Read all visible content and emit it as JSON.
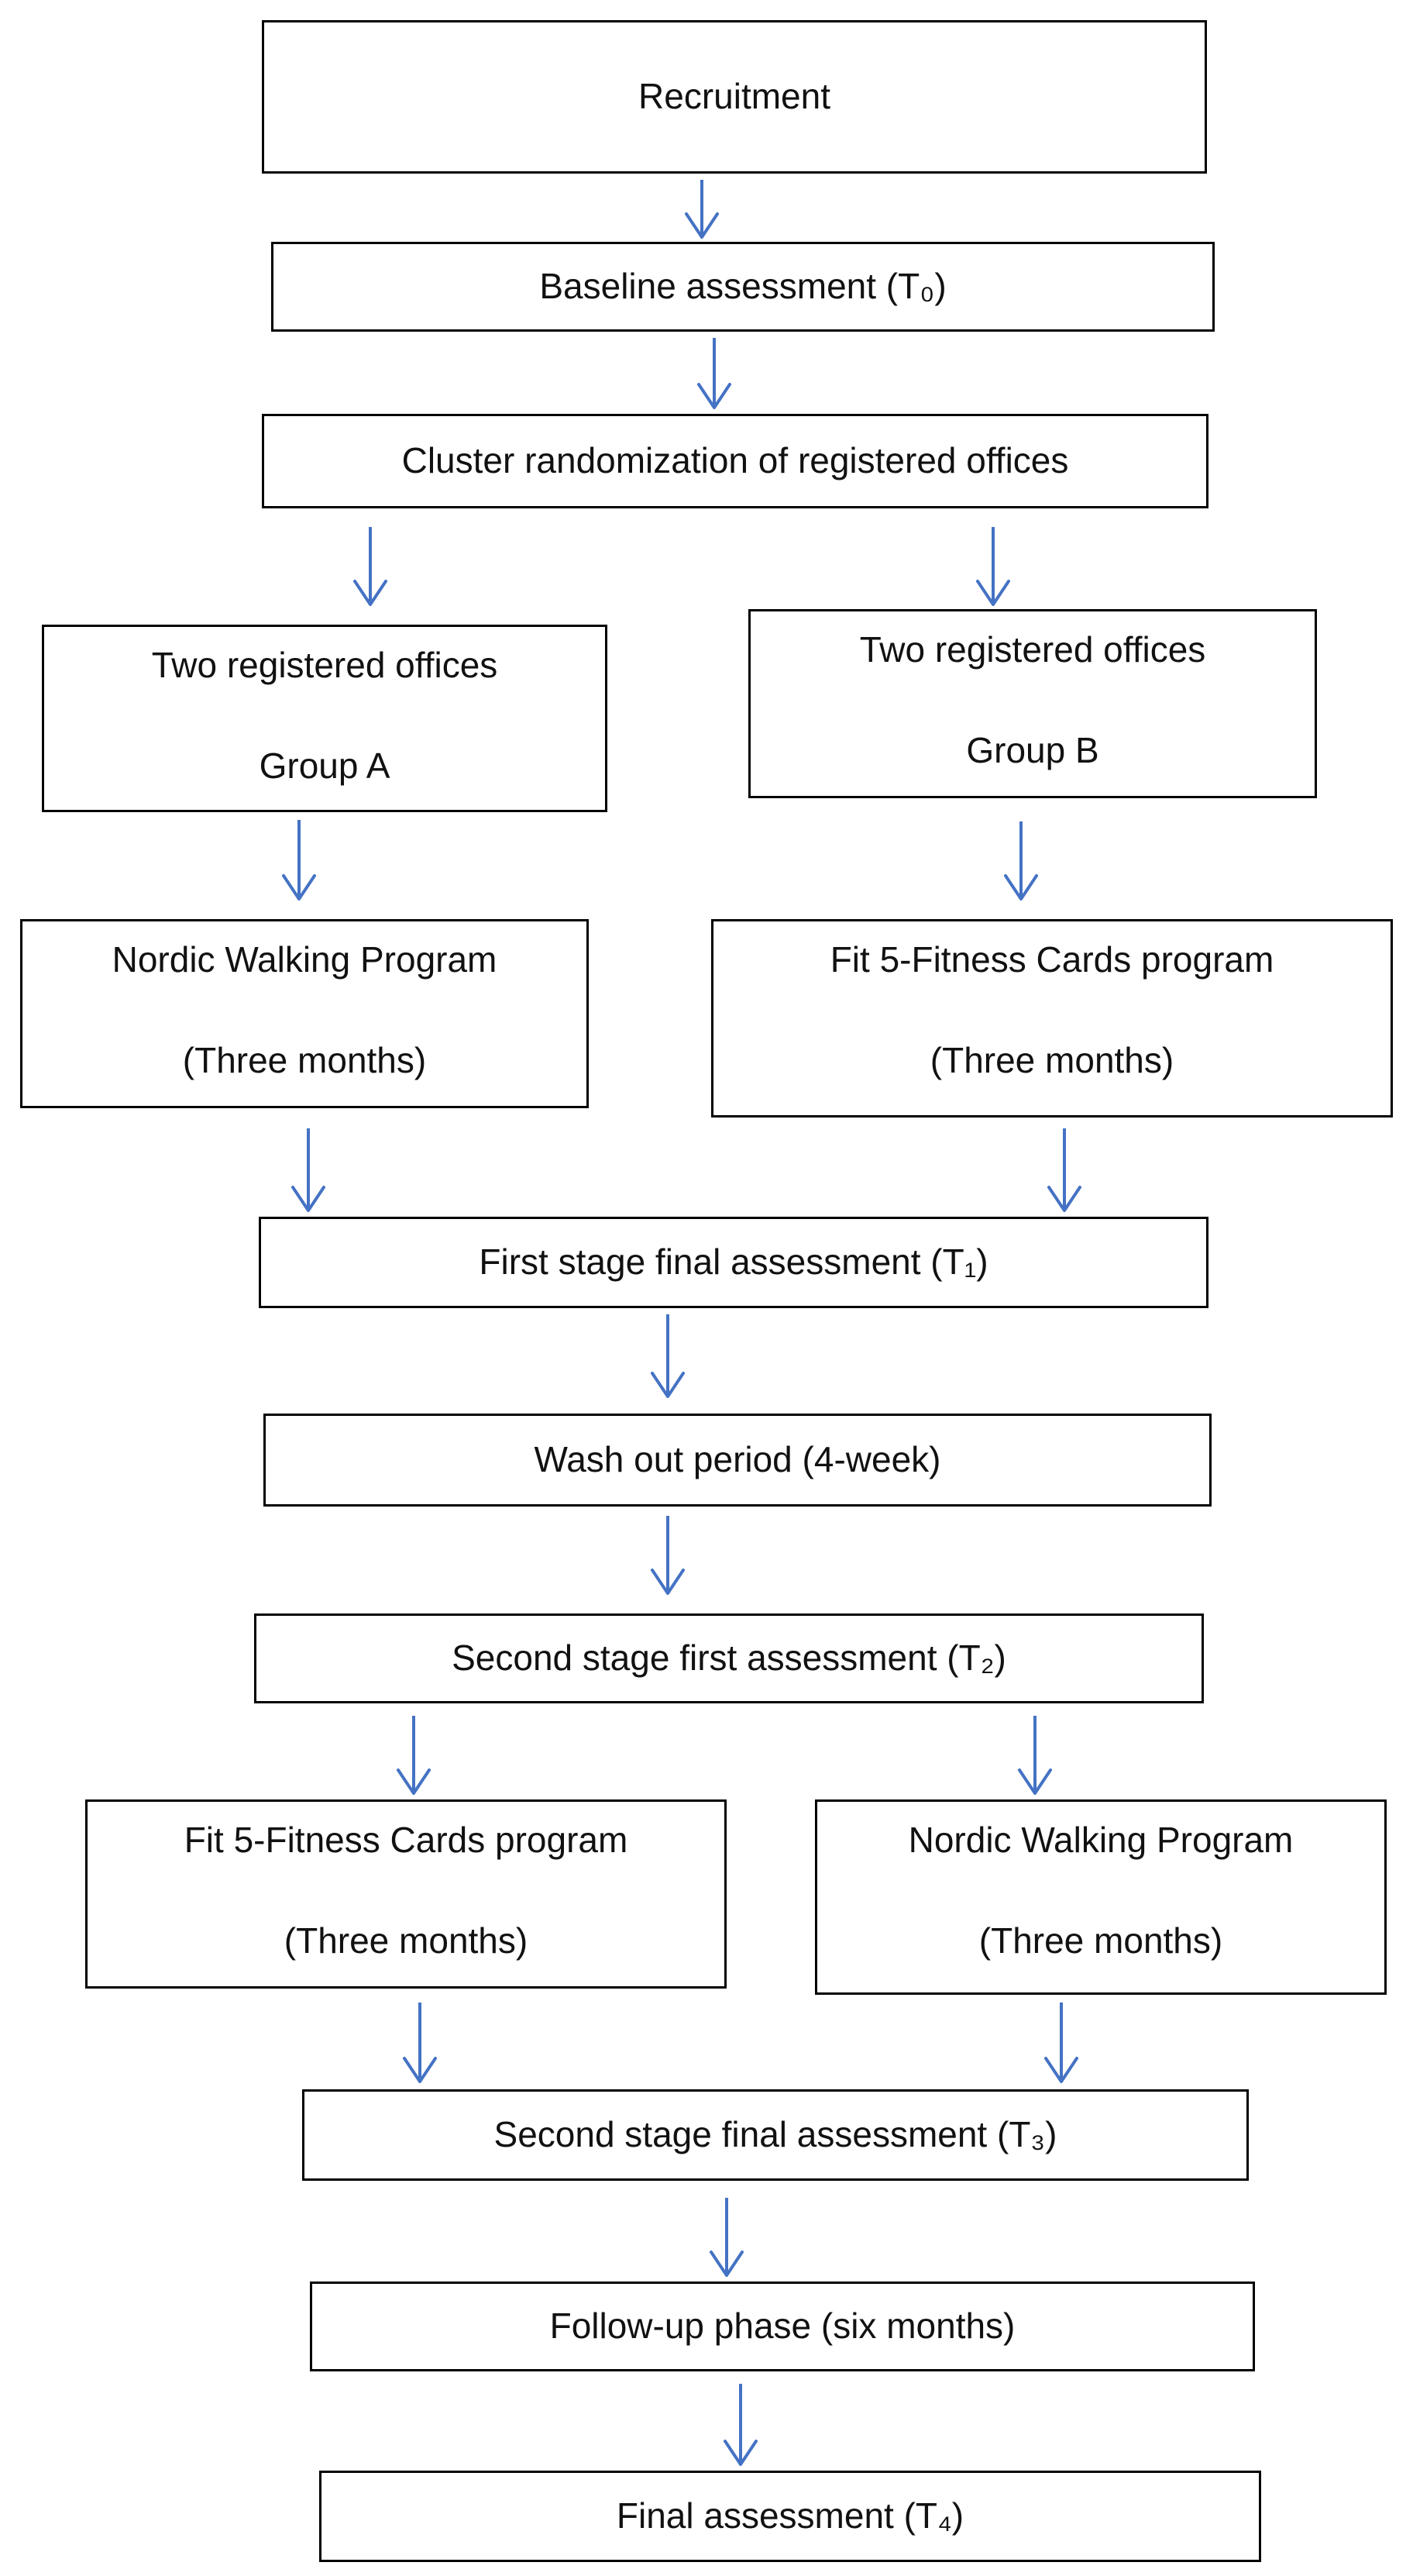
{
  "colors": {
    "box_border": "#000000",
    "arrow": "#4472C4",
    "text": "#111111"
  },
  "boxes": {
    "recruitment": {
      "line1": "Recruitment"
    },
    "baseline": {
      "line1": "Baseline assessment (T₀)"
    },
    "cluster": {
      "line1": "Cluster randomization of registered offices"
    },
    "group_a": {
      "line1": "Two registered offices",
      "line2": "Group A"
    },
    "group_b": {
      "line1": "Two registered offices",
      "line2": "Group B"
    },
    "nordic_1": {
      "line1": "Nordic Walking Program",
      "line2": "(Three months)"
    },
    "fit5_1": {
      "line1": "Fit 5-Fitness Cards program",
      "line2": "(Three months)"
    },
    "first_stage_final": {
      "line1": "First stage final assessment (T₁)"
    },
    "wash_out": {
      "line1": "Wash out period (4-week)"
    },
    "second_stage_first": {
      "line1": "Second stage first assessment (T₂)"
    },
    "fit5_2": {
      "line1": "Fit 5-Fitness Cards program",
      "line2": "(Three months)"
    },
    "nordic_2": {
      "line1": "Nordic Walking Program",
      "line2": "(Three months)"
    },
    "second_stage_final": {
      "line1": "Second stage final assessment (T₃)"
    },
    "follow_up": {
      "line1": "Follow-up phase (six months)"
    },
    "final": {
      "line1": "Final assessment (T₄)"
    }
  }
}
